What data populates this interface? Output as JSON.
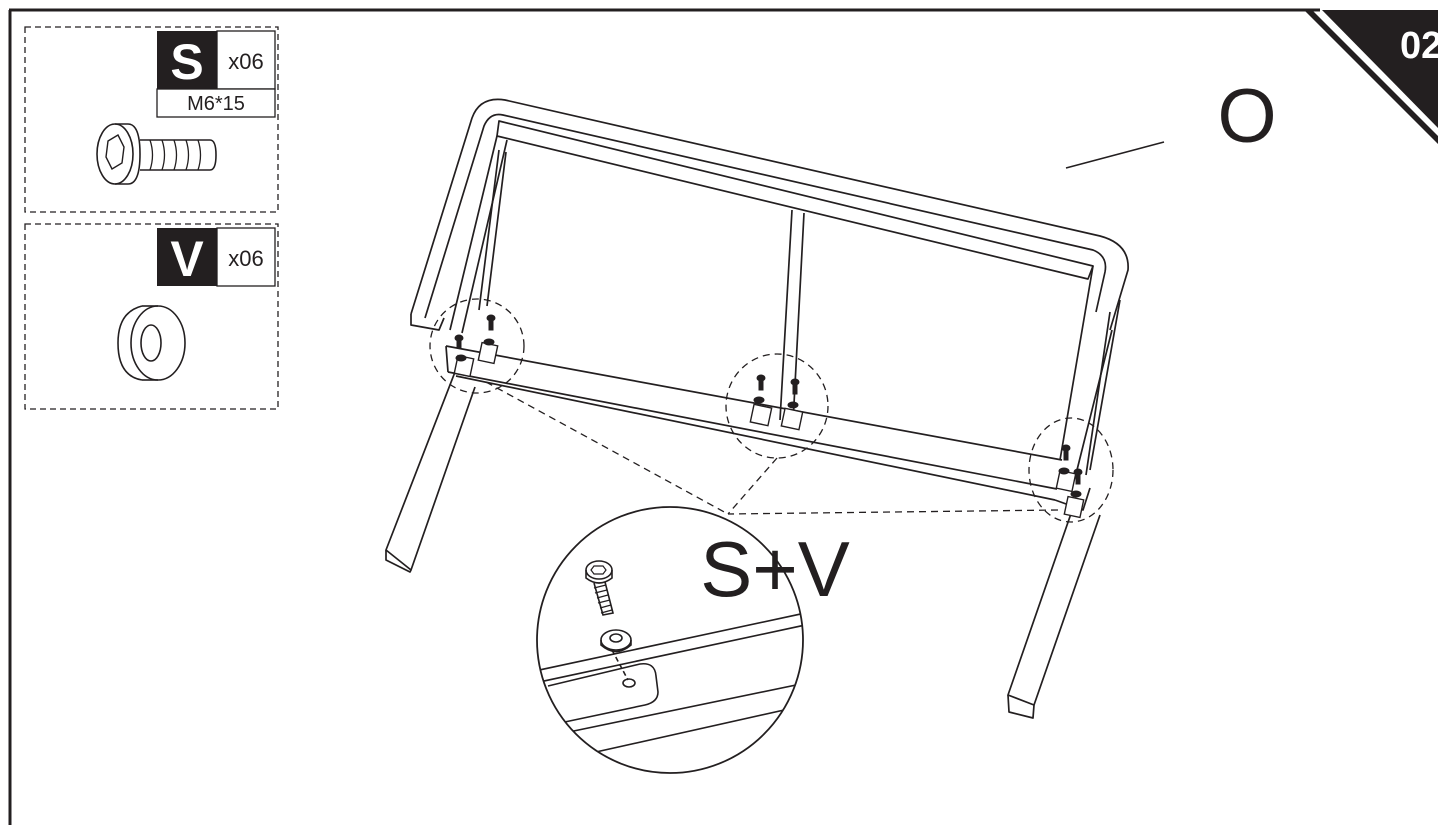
{
  "step_number": "02",
  "parts": [
    {
      "letter": "S",
      "quantity": "x06",
      "spec": "M6*15",
      "icon": "bolt-icon"
    },
    {
      "letter": "V",
      "quantity": "x06",
      "icon": "washer-icon"
    }
  ],
  "part_label": "O",
  "detail_label": "S+V",
  "colors": {
    "ink": "#231f20",
    "paper": "#ffffff"
  }
}
